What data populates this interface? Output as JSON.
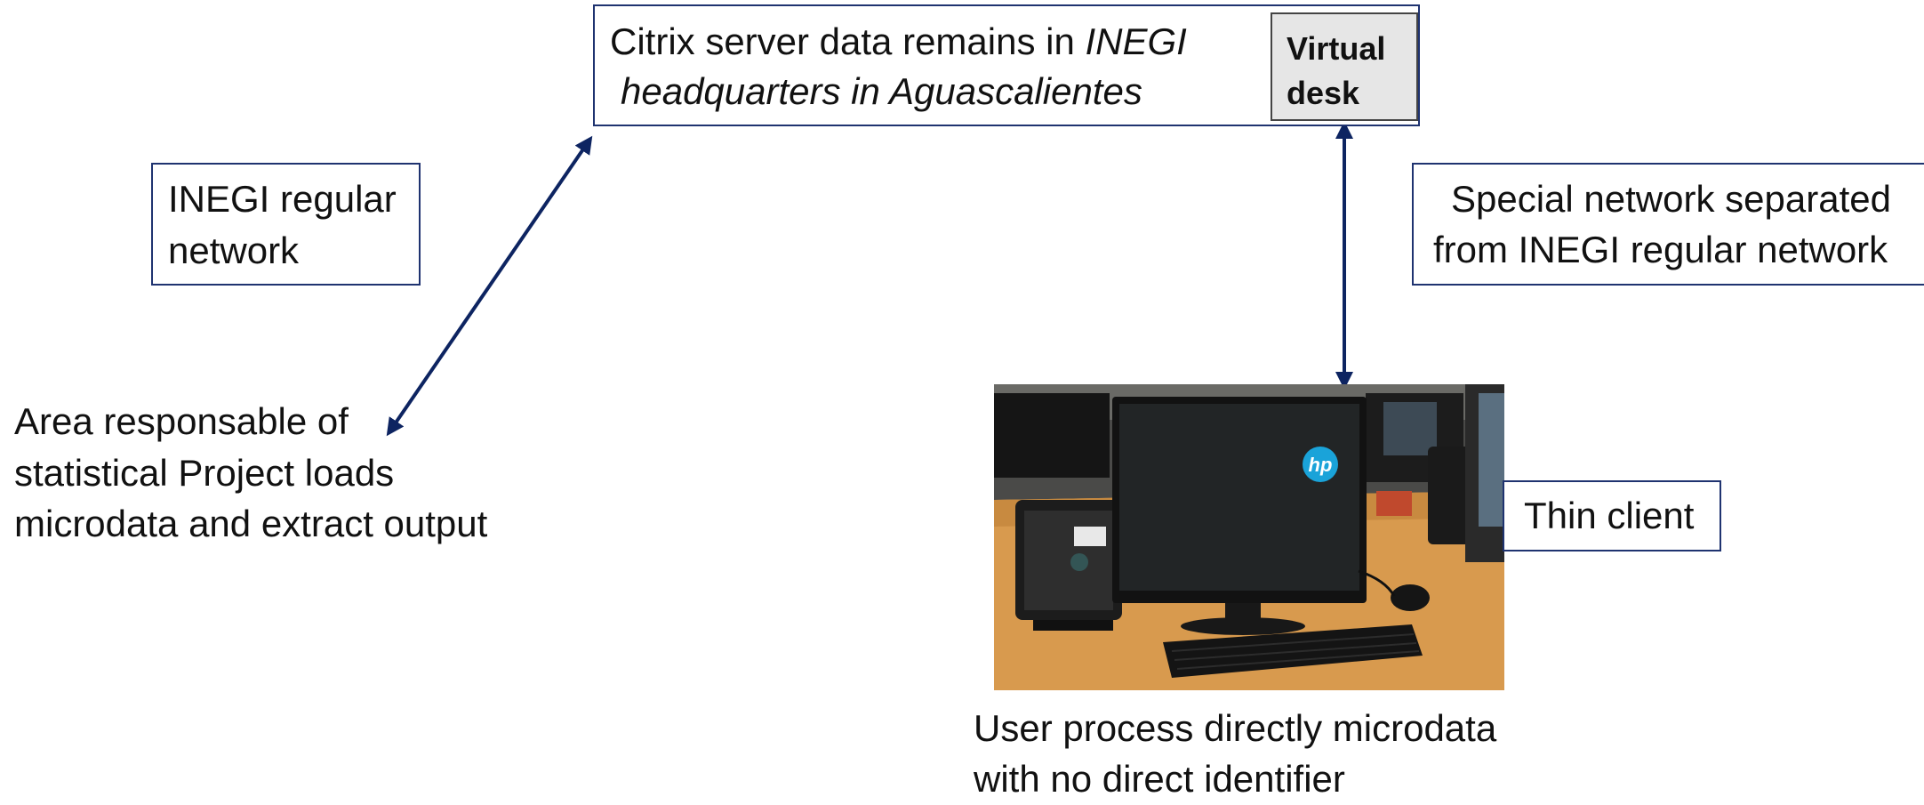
{
  "server": {
    "line1_prefix": "Citrix server data remains in ",
    "line1_italic": "INEGI",
    "line2_italic": "headquarters in Aguascalientes"
  },
  "virtual_desk": {
    "label": "Virtual desk"
  },
  "regular_network": {
    "label": "INEGI regular network"
  },
  "special_network": {
    "line1": "Special network separated",
    "line2": "from INEGI regular network"
  },
  "area": {
    "line1": "Area responsable of",
    "line2": "statistical Project loads",
    "line3": "microdata and extract output"
  },
  "thin_client": {
    "label": "Thin client"
  },
  "user": {
    "line1": "User process directly microdata",
    "line2": "with no direct identifier"
  },
  "photo": {
    "monitor_logo": "hp"
  },
  "colors": {
    "border": "#1f3370",
    "arrow": "#0d2461",
    "desk": "#d89a4e",
    "virtual_desk_fill": "#e6e6e6"
  }
}
